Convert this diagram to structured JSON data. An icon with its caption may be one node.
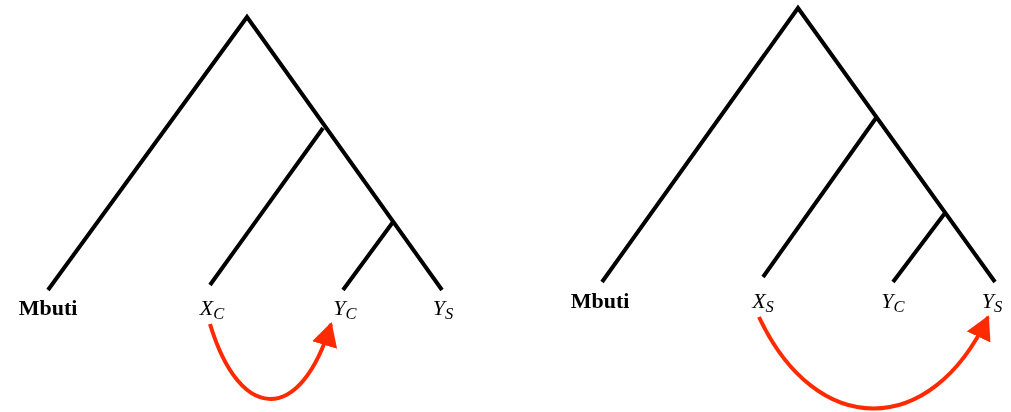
{
  "diagram": {
    "nodes": [
      {
        "text": [
          "Mbuti"
        ]
      },
      {
        "text": [
          "X$_{C}$"
        ]
      },
      {
        "text": [
          "Y$_{C}$"
        ]
      },
      {
        "text": [
          "Y$_{S}$"
        ]
      },
      {
        "text": [
          "Mbuti"
        ]
      },
      {
        "text": [
          "X$_{S}$"
        ]
      },
      {
        "text": [
          "Y$_{C}$"
        ]
      },
      {
        "text": [
          "Y$_{S}$"
        ]
      }
    ],
    "edges": [
      {
        "from": 1,
        "to": 2,
        "arrow": "to"
      },
      {
        "from": 5,
        "to": 7,
        "arrow": "to"
      }
    ]
  }
}
